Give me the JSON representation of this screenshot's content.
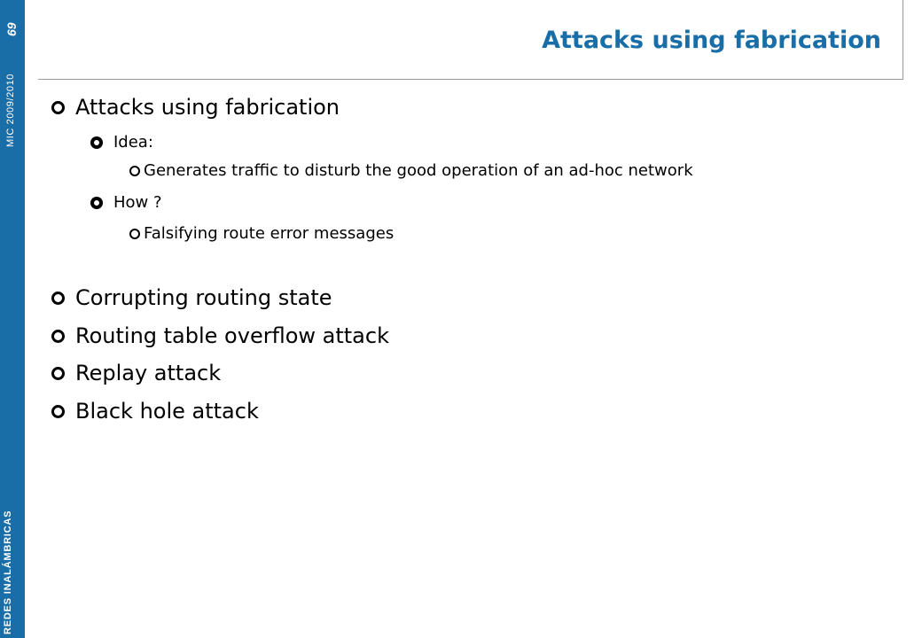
{
  "sidebar": {
    "course": "REDES INALÁMBRICAS",
    "date": "MIC 2009/2010",
    "page_number": "69"
  },
  "slide": {
    "title": "Attacks using fabrication",
    "bullets": {
      "b1": "Attacks using fabrication",
      "idea": "Idea:",
      "idea_detail": "Generates traffic to disturb the good operation of an ad-hoc network",
      "how": "How ?",
      "how_detail": "Falsifying route error messages",
      "b2": "Corrupting routing state",
      "b3": "Routing table overflow attack",
      "b4": "Replay attack",
      "b5": "Black hole attack"
    }
  }
}
